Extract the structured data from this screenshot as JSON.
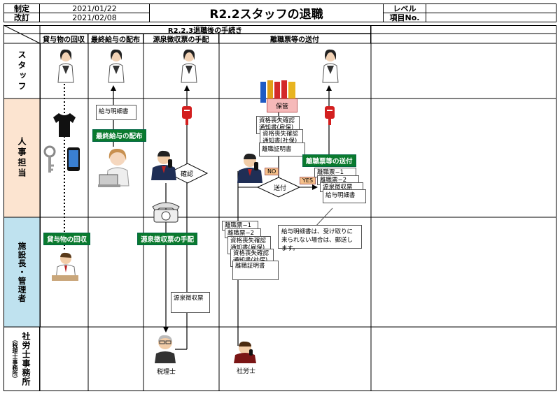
{
  "header": {
    "established_label": "制定",
    "revised_label": "改訂",
    "established_date": "2021/01/22",
    "revised_date": "2021/02/08",
    "title": "R2.2スタッフの退職",
    "level_label": "レベル",
    "item_no_label": "項目No."
  },
  "process_title": "R2.2.3退職後の手続き",
  "columns": [
    "貸与物の回収",
    "最終給与の配布",
    "源泉徴収票の手配",
    "離職票等の送付"
  ],
  "lanes": {
    "staff": "スタッフ",
    "hr": "人事担当",
    "manager": "施設長・管理者",
    "sharoushi": "社労士事務所",
    "sharoushi_sub": "（税理士事務所）"
  },
  "actions": {
    "collect": "貸与物の回収",
    "final_pay": "最終給与の配布",
    "withholding": "源泉徴収票の手配",
    "send_docs": "離職票等の送付"
  },
  "docs": {
    "payslip": "給与明細書",
    "archive": "保管",
    "loss_notice_emp": "資格喪失確認通知書(雇保)",
    "loss_notice_ins": "資格喪失確認通知書(社保)",
    "resignation_cert": "離職証明書",
    "separation_1": "離職票−1",
    "separation_2": "離職票−2",
    "withholding_slip": "源泉徴収票",
    "payslip2": "給与明細書"
  },
  "flow": {
    "confirm": "確認",
    "send": "送付",
    "no": "NO",
    "yes": "YES"
  },
  "note": "給与明細書は、受け取りに来られない場合は、郵送します。",
  "roles": {
    "tax_accountant": "税理士",
    "labor_consultant": "社労士"
  }
}
